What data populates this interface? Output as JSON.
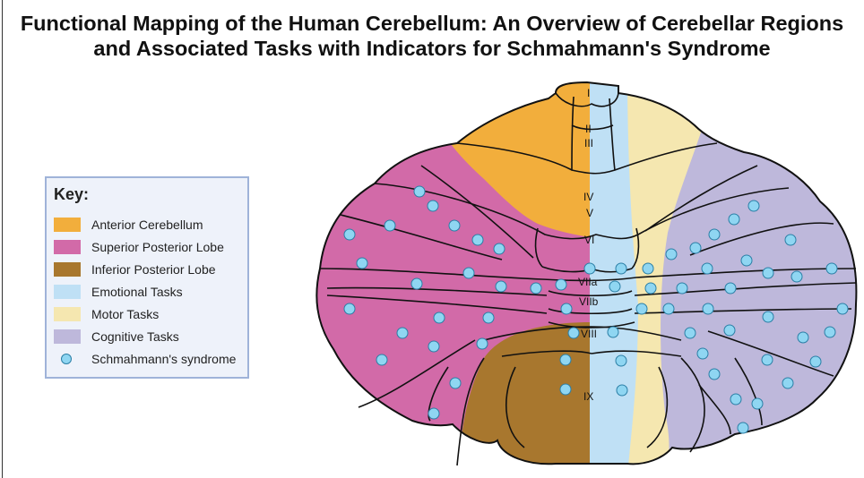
{
  "title": {
    "line1": "Functional Mapping of the Human Cerebellum: An Overview of Cerebellar Regions",
    "line2": "and Associated Tasks with Indicators for Schmahmann's Syndrome"
  },
  "key": {
    "heading": "Key:",
    "items": [
      {
        "label": "Anterior Cerebellum",
        "color": "#f2ae3c"
      },
      {
        "label": "Superior Posterior Lobe",
        "color": "#d26aa8"
      },
      {
        "label": "Inferior Posterior Lobe",
        "color": "#a8772e"
      },
      {
        "label": "Emotional Tasks",
        "color": "#bfe0f5"
      },
      {
        "label": "Motor Tasks",
        "color": "#f5e7b0"
      },
      {
        "label": "Cognitive Tasks",
        "color": "#beb8db"
      }
    ],
    "dot_label": "Schmahmann's syndrome"
  },
  "regions": {
    "I": "I",
    "II": "II",
    "III": "III",
    "IV": "IV",
    "V": "V",
    "VI": "VI",
    "VIIa": "VIIa",
    "VIIb": "VIIb",
    "VIII": "VIII",
    "IX": "IX"
  }
}
